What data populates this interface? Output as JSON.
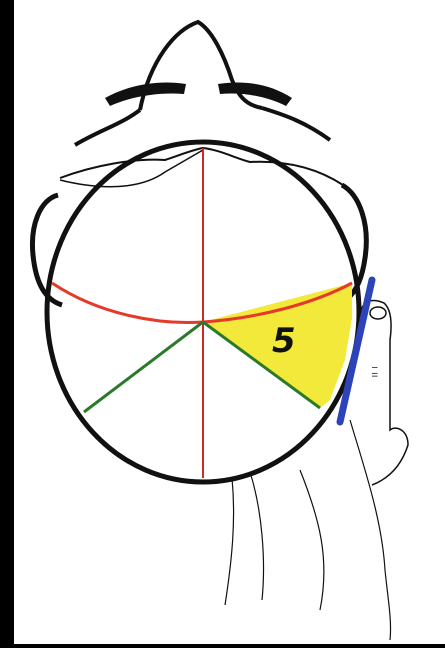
{
  "diagram": {
    "section_label": "5",
    "finger_marks": "ı ıı",
    "colors": {
      "background": "#000000",
      "paper": "#ffffff",
      "outline": "#111111",
      "midline": "#d02828",
      "horizontal_line": "#e53a2a",
      "diagonal_lines": "#2a7a2a",
      "highlight_section": "#f2e93a",
      "comb": "#2c44b8"
    },
    "icons": [
      "head-outline",
      "hand-outline",
      "comb-icon"
    ]
  }
}
